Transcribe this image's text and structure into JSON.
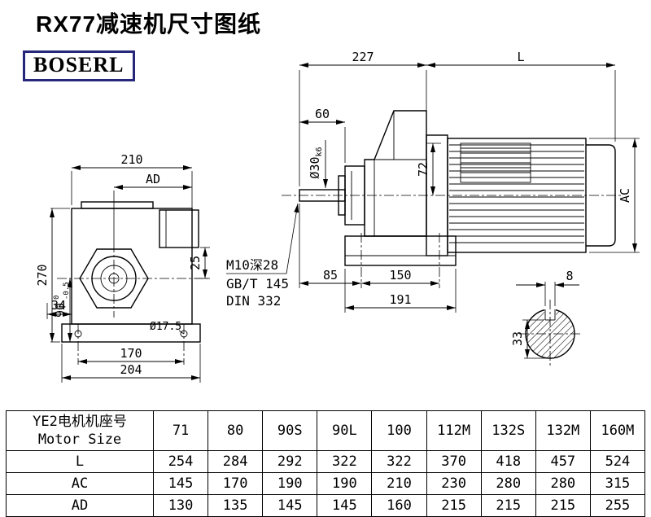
{
  "title": "RX77减速机尺寸图纸",
  "logo": "BOSERL",
  "front_view": {
    "dim_210": "210",
    "dim_ad": "AD",
    "dim_270": "270",
    "dim_90": "90",
    "dim_90_tol_up": "0",
    "dim_90_tol_low": "-0.5",
    "dim_34": "34",
    "dim_25": "25",
    "dim_d17_5": "Ø17.5",
    "dim_170": "170",
    "dim_204": "204"
  },
  "side_view": {
    "dim_227": "227",
    "dim_l": "L",
    "dim_60": "60",
    "dim_d30": "Ø30",
    "dim_d30_fit": "k6",
    "dim_72": "72",
    "dim_ac": "AC",
    "dim_85": "85",
    "dim_150": "150",
    "dim_191": "191",
    "note_thread": "M10深28",
    "note_gb": "GB/T 145",
    "note_din": "DIN 332"
  },
  "shaft_detail": {
    "dim_8": "8",
    "dim_33": "33"
  },
  "table": {
    "motor_size_label_cn": "YE2电机机座号",
    "motor_size_label_en": "Motor Size",
    "sizes": [
      "71",
      "80",
      "90S",
      "90L",
      "100",
      "112M",
      "132S",
      "132M",
      "160M"
    ],
    "rows": [
      {
        "label": "L",
        "values": [
          "254",
          "284",
          "292",
          "322",
          "322",
          "370",
          "418",
          "457",
          "524"
        ]
      },
      {
        "label": "AC",
        "values": [
          "145",
          "170",
          "190",
          "190",
          "210",
          "230",
          "280",
          "280",
          "315"
        ]
      },
      {
        "label": "AD",
        "values": [
          "130",
          "135",
          "145",
          "145",
          "160",
          "215",
          "215",
          "215",
          "255"
        ]
      }
    ]
  }
}
